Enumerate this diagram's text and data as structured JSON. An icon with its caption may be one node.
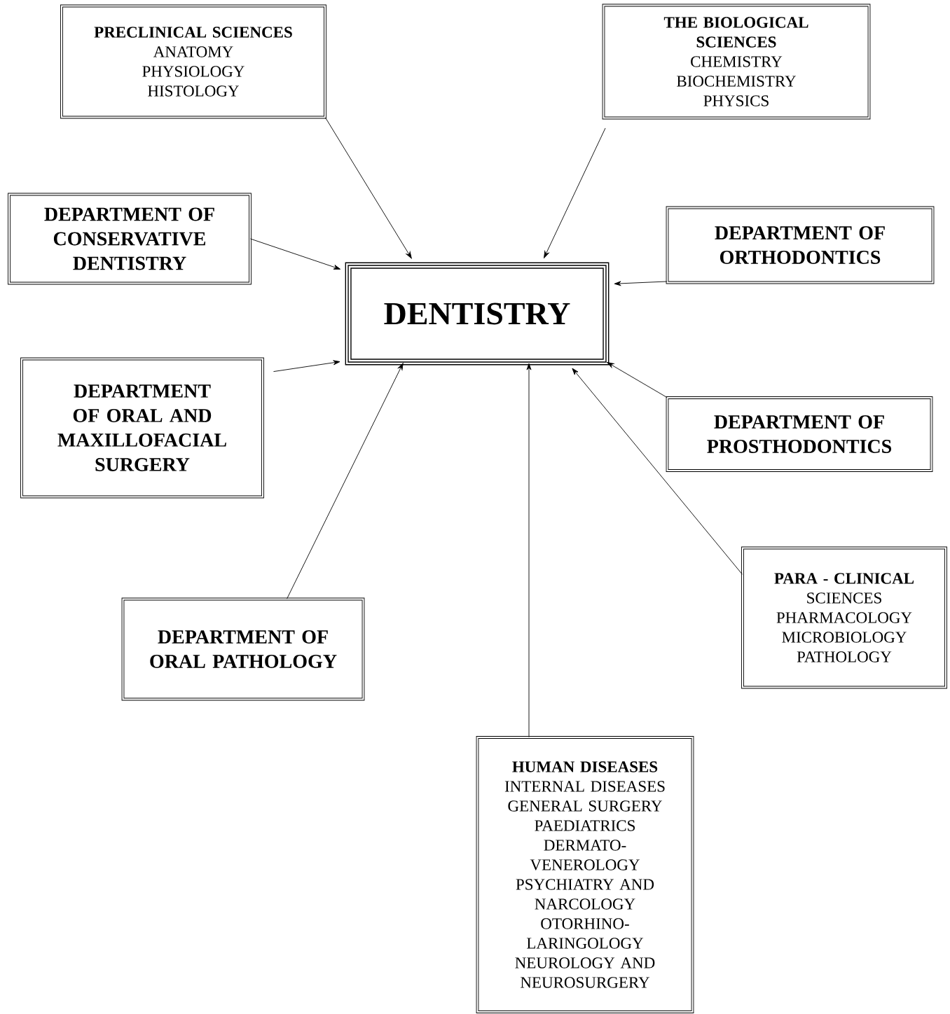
{
  "diagram": {
    "nodes": [
      {
        "text": [
          "PRECLINICAL SCIENCES",
          "ANATOMY",
          "PHYSIOLOGY",
          "HISTOLOGY"
        ]
      },
      {
        "text": [
          "THE BIOLOGICAL SCIENCES",
          "CHEMISTRY",
          "BIOCHEMISTRY",
          "PHYSICS"
        ]
      },
      {
        "text": [
          "DEPARTMENT OF CONSERVATIVE DENTISTRY"
        ]
      },
      {
        "text": [
          "DEPARTMENT OF ORTHODONTICS"
        ]
      },
      {
        "text": [
          "DENTISTRY"
        ]
      },
      {
        "text": [
          "DEPARTMENT OF ORAL AND MAXILLOFACIAL SURGERY"
        ]
      },
      {
        "text": [
          "DEPARTMENT OF PROSTHODONTICS"
        ]
      },
      {
        "text": [
          "**PARA - CLINICAL** SCIENCES",
          "PHARMACOLOGY",
          "MICROBIOLOGY",
          "PATHOLOGY"
        ]
      },
      {
        "text": [
          "DEPARTMENT OF ORAL PATHOLOGY"
        ]
      },
      {
        "text": [
          "HUMAN DISEASES",
          "INTERNAL DISEASES",
          "GENERAL SURGERY",
          "PAEDIATRICS",
          "DERMATO- VENEROLOGY",
          "PSYCHIATRY AND NARCOLOGY",
          "OTORHINO- LARINGOLOGY",
          "NEUROLOGY AND NEUROSURGERY"
        ]
      }
    ],
    "edges": [
      {
        "from": 0,
        "to": 4,
        "arrow": "to"
      },
      {
        "from": 1,
        "to": 4,
        "arrow": "to"
      },
      {
        "from": 2,
        "to": 4,
        "arrow": "to"
      },
      {
        "from": 3,
        "to": 4,
        "arrow": "to"
      },
      {
        "from": 5,
        "to": 4,
        "arrow": "to"
      },
      {
        "from": 6,
        "to": 4,
        "arrow": "to"
      },
      {
        "from": 7,
        "to": 4,
        "arrow": "to"
      },
      {
        "from": 8,
        "to": 4,
        "arrow": "to"
      },
      {
        "from": 9,
        "to": 4,
        "arrow": "to"
      }
    ]
  }
}
